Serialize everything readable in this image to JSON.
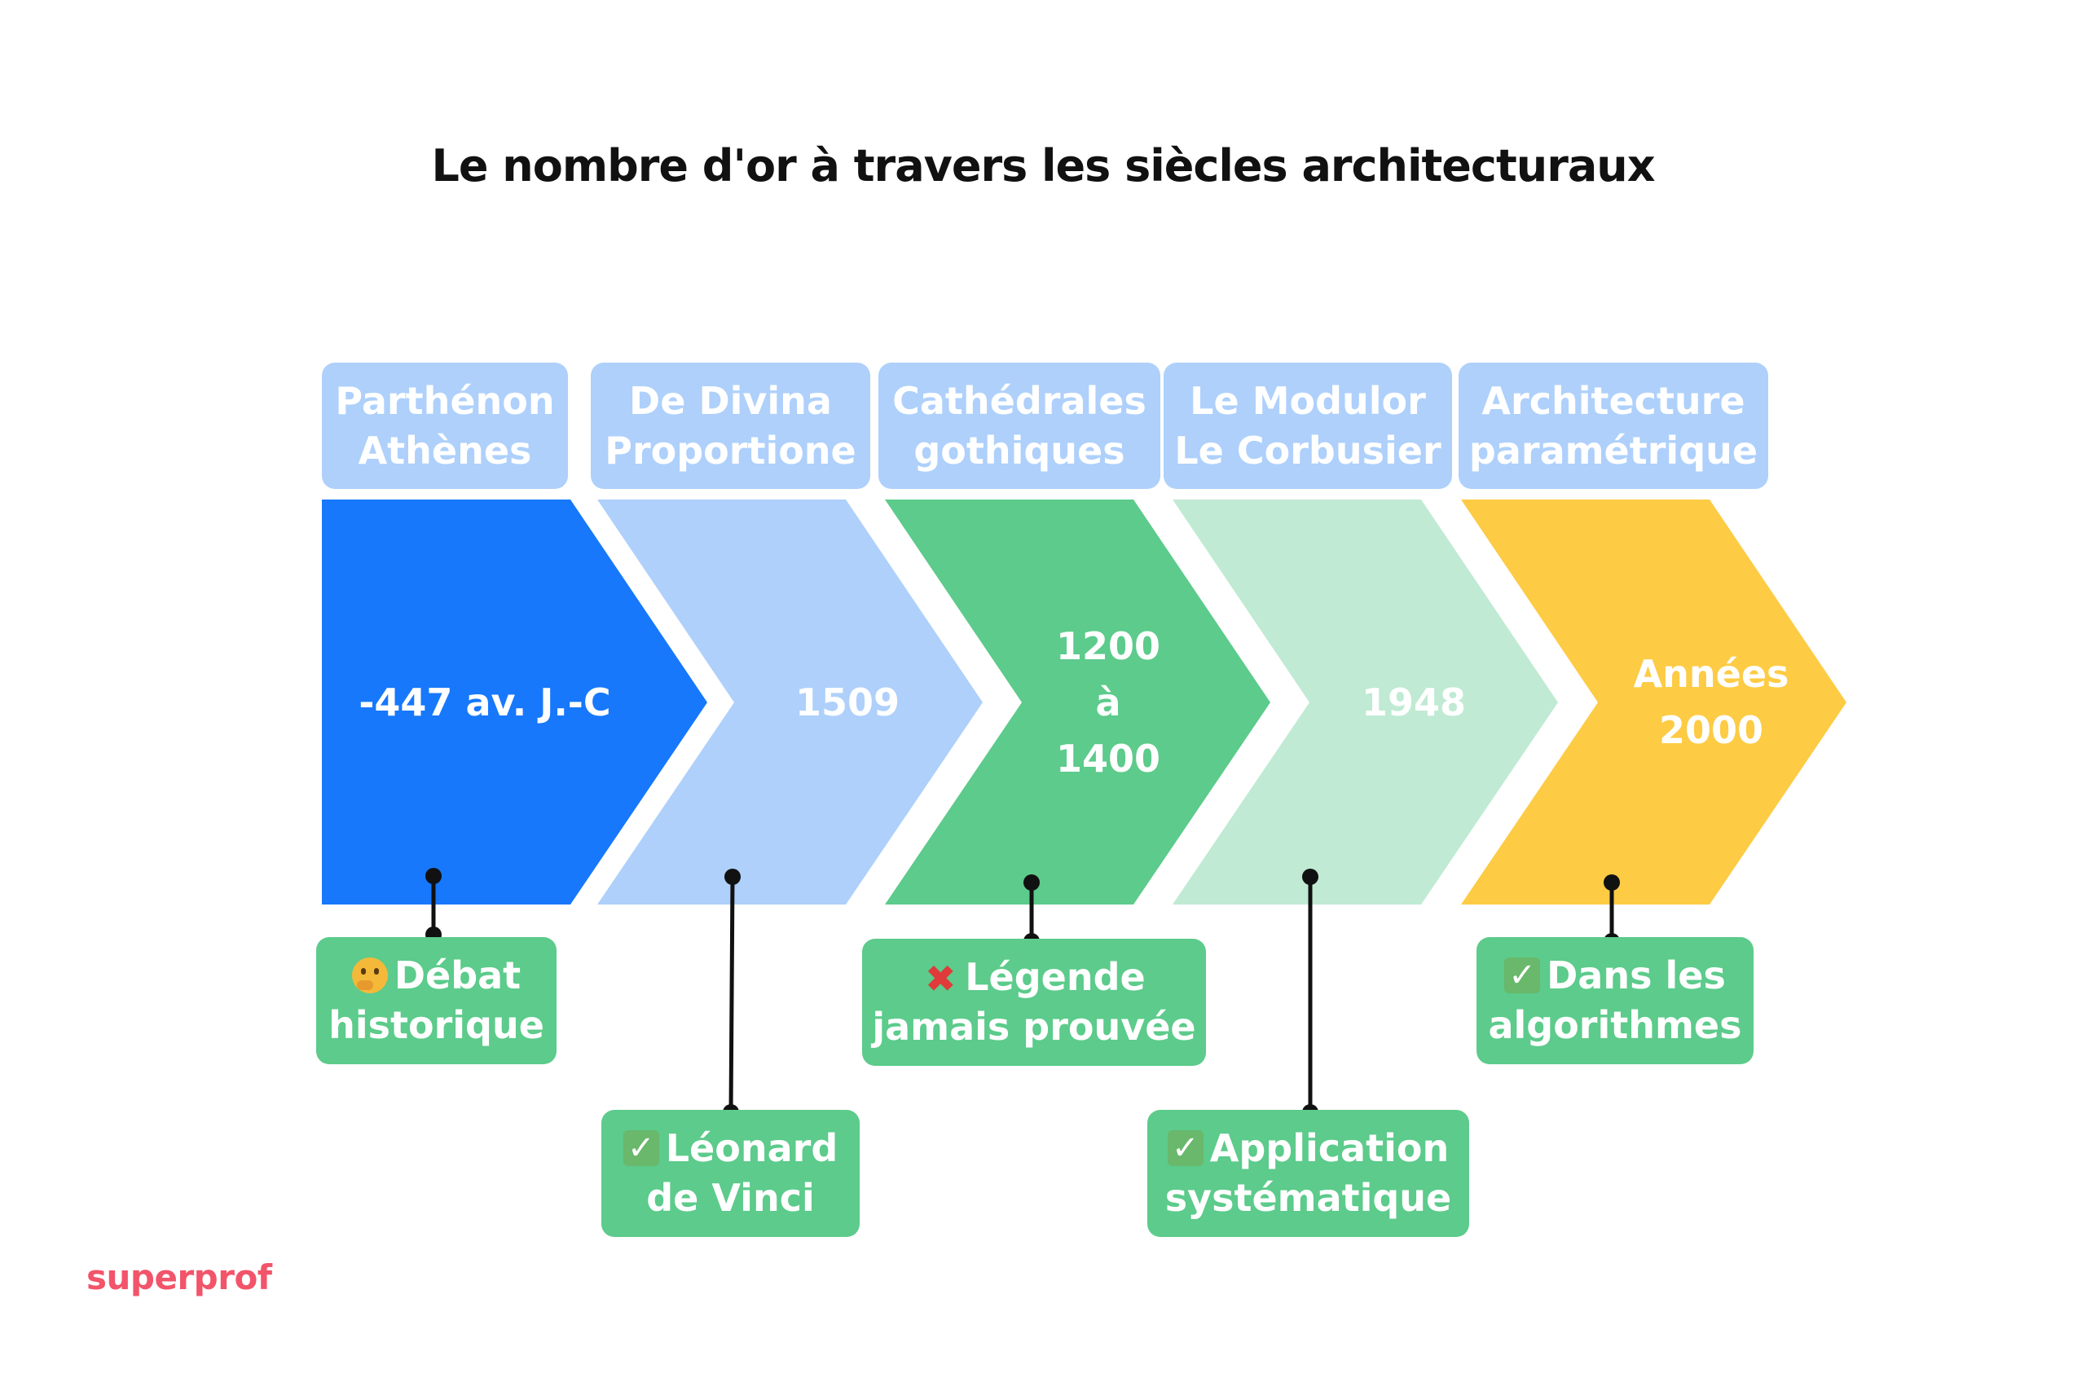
{
  "title": "Le nombre d'or à travers les siècles architecturaux",
  "brand": "superprof",
  "colors": {
    "step1": "#1778fb",
    "step2": "#aed0fb",
    "step3": "#5ccb8b",
    "step4": "#c0ead3",
    "step5": "#fdcb44",
    "label_top": "#aed0fb",
    "label_bottom": "#5ccb8b",
    "connector": "#111111"
  },
  "steps": [
    {
      "label": "Parthénon\nAthènes",
      "date": "-447 av. J.-C",
      "note": "Débat\nhistorique",
      "note_icon": "thinking-face-icon"
    },
    {
      "label": "De Divina\nProportione",
      "date": "1509",
      "note": "Léonard\nde Vinci",
      "note_icon": "check-mark-icon"
    },
    {
      "label": "Cathédrales\ngothiques",
      "date": "1200\nà\n1400",
      "note": "Légende\njamais prouvée",
      "note_icon": "cross-mark-icon"
    },
    {
      "label": "Le Modulor\nLe Corbusier",
      "date": "1948",
      "note": "Application\nsystématique",
      "note_icon": "check-mark-icon"
    },
    {
      "label": "Architecture\nparamétrique",
      "date": "Années\n2000",
      "note": "Dans les\nalgorithmes",
      "note_icon": "check-mark-icon"
    }
  ]
}
